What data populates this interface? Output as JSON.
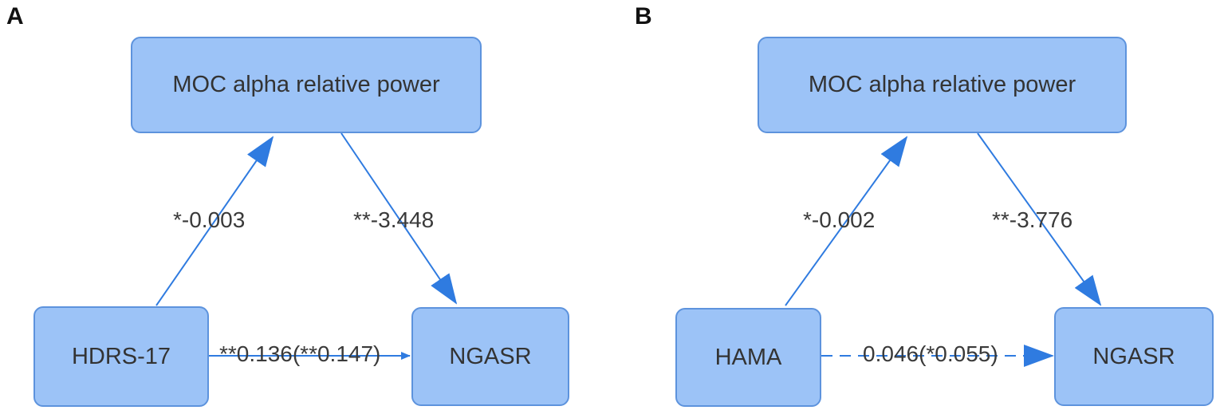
{
  "panels": [
    {
      "letter": "A",
      "mediator": "MOC alpha relative power",
      "predictor": "HDRS-17",
      "outcome": "NGASR",
      "path_a": "*-0.003",
      "path_b": "**-3.448",
      "path_c": "**0.136(**0.147)",
      "path_c_style": "solid"
    },
    {
      "letter": "B",
      "mediator": "MOC alpha relative power",
      "predictor": "HAMA",
      "outcome": "NGASR",
      "path_a": "*-0.002",
      "path_b": "**-3.776",
      "path_c": "0.046(*0.055)",
      "path_c_style": "dashed"
    }
  ],
  "colors": {
    "node_fill": "#9cc3f7",
    "node_border": "#5d93dd",
    "arrow": "#2f7be0",
    "text": "#333333"
  }
}
